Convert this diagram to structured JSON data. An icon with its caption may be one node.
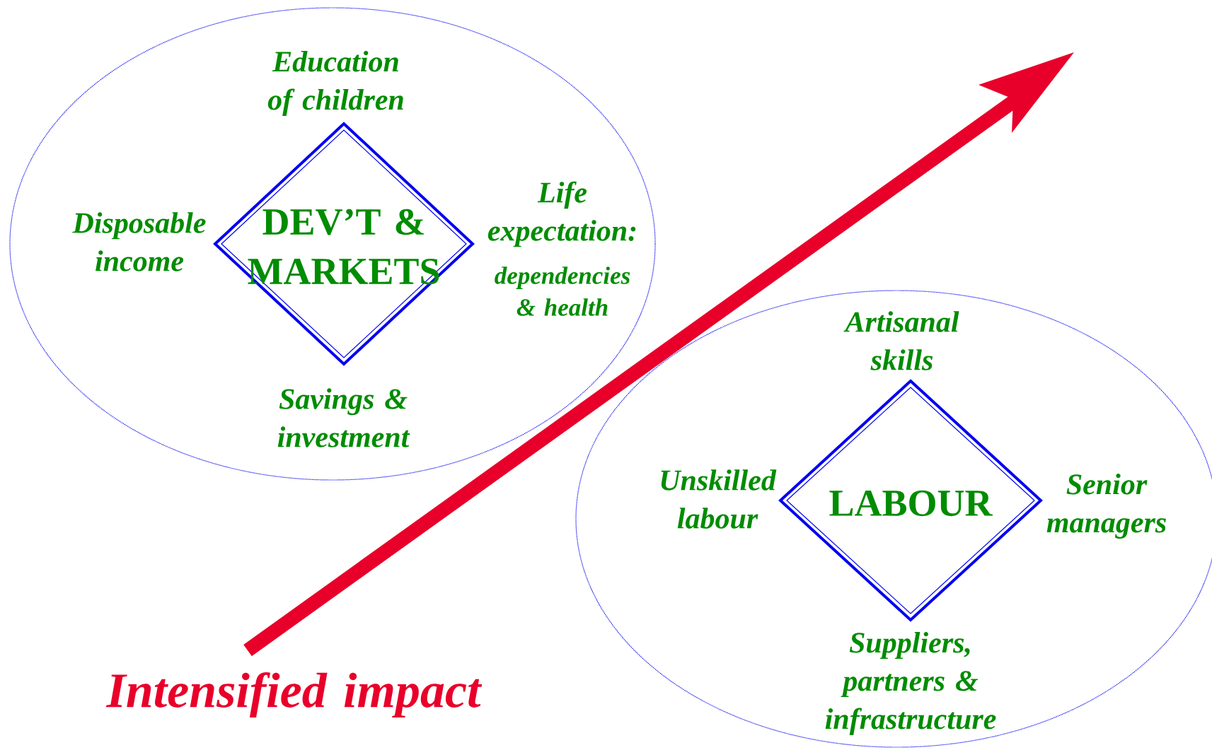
{
  "diagram": {
    "nodes": [
      {
        "text": [],
        "shape": "ellipse"
      },
      {
        "text": [
          "DEV’T & MARKETS"
        ],
        "in": 0,
        "beside": [
          "Education of children",
          "Disposable income",
          "Life expectation:",
          "dependencies & health",
          "Savings & investment"
        ]
      },
      {
        "text": [],
        "shape": "ellipse"
      },
      {
        "text": [
          "LABOUR"
        ],
        "in": 2,
        "beside": [
          "Artisanal skills",
          "Unskilled labour",
          "Senior managers",
          "Suppliers, partners & infrastructure"
        ]
      }
    ],
    "labels": [
      "Intensified impact"
    ]
  }
}
